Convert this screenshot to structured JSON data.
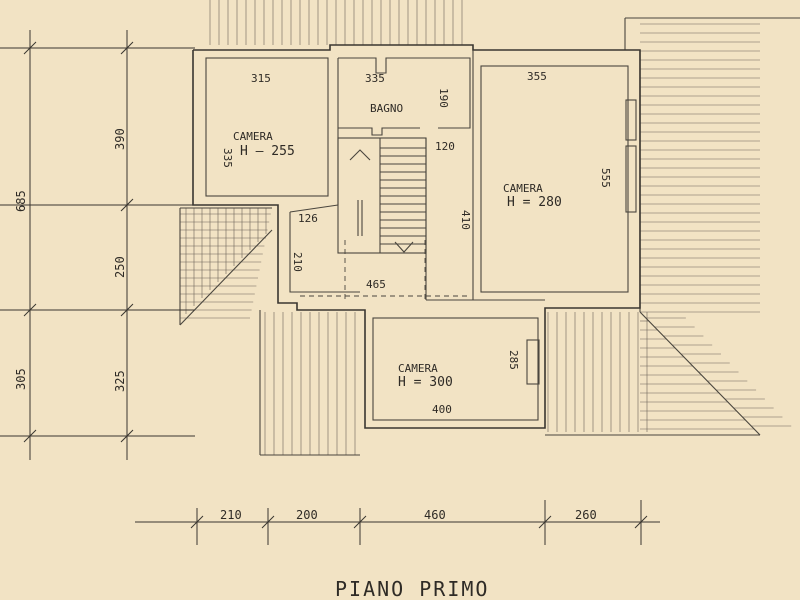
{
  "rooms": [
    {
      "name": "CAMERA",
      "height": "H – 255"
    },
    {
      "name": "BAGNO",
      "height": ""
    },
    {
      "name": "CAMERA",
      "height": "H = 280"
    },
    {
      "name": "CAMERA",
      "height": "H = 300"
    }
  ],
  "inner_dims": {
    "d315": "315",
    "d335a": "335",
    "d355": "355",
    "d190": "190",
    "d335b": "335",
    "d120": "120",
    "d126": "126",
    "d410": "410",
    "d210": "210",
    "d555": "555",
    "d465": "465",
    "d285": "285",
    "d400": "400"
  },
  "left_dims": {
    "d390": "390",
    "d250": "250",
    "d325": "325",
    "d685": "685",
    "d305": "305"
  },
  "bottom_dims": [
    "210",
    "200",
    "460",
    "260"
  ],
  "title": "PIANO PRIMO",
  "colors": {
    "paper": "#f2e3c4",
    "ink": "#3a3630"
  }
}
